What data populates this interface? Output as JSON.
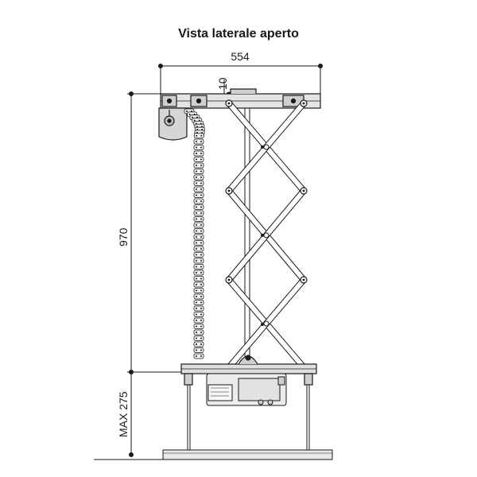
{
  "title": "Vista laterale aperto",
  "dimensions": {
    "width": "554",
    "offset": "10",
    "height": "970",
    "max_drop": "MAX 275"
  },
  "colors": {
    "line": "#1a1a1a",
    "metal": "#d8d8d8",
    "metal_dark": "#9a9a9a",
    "projector": "#e6e6e6"
  }
}
